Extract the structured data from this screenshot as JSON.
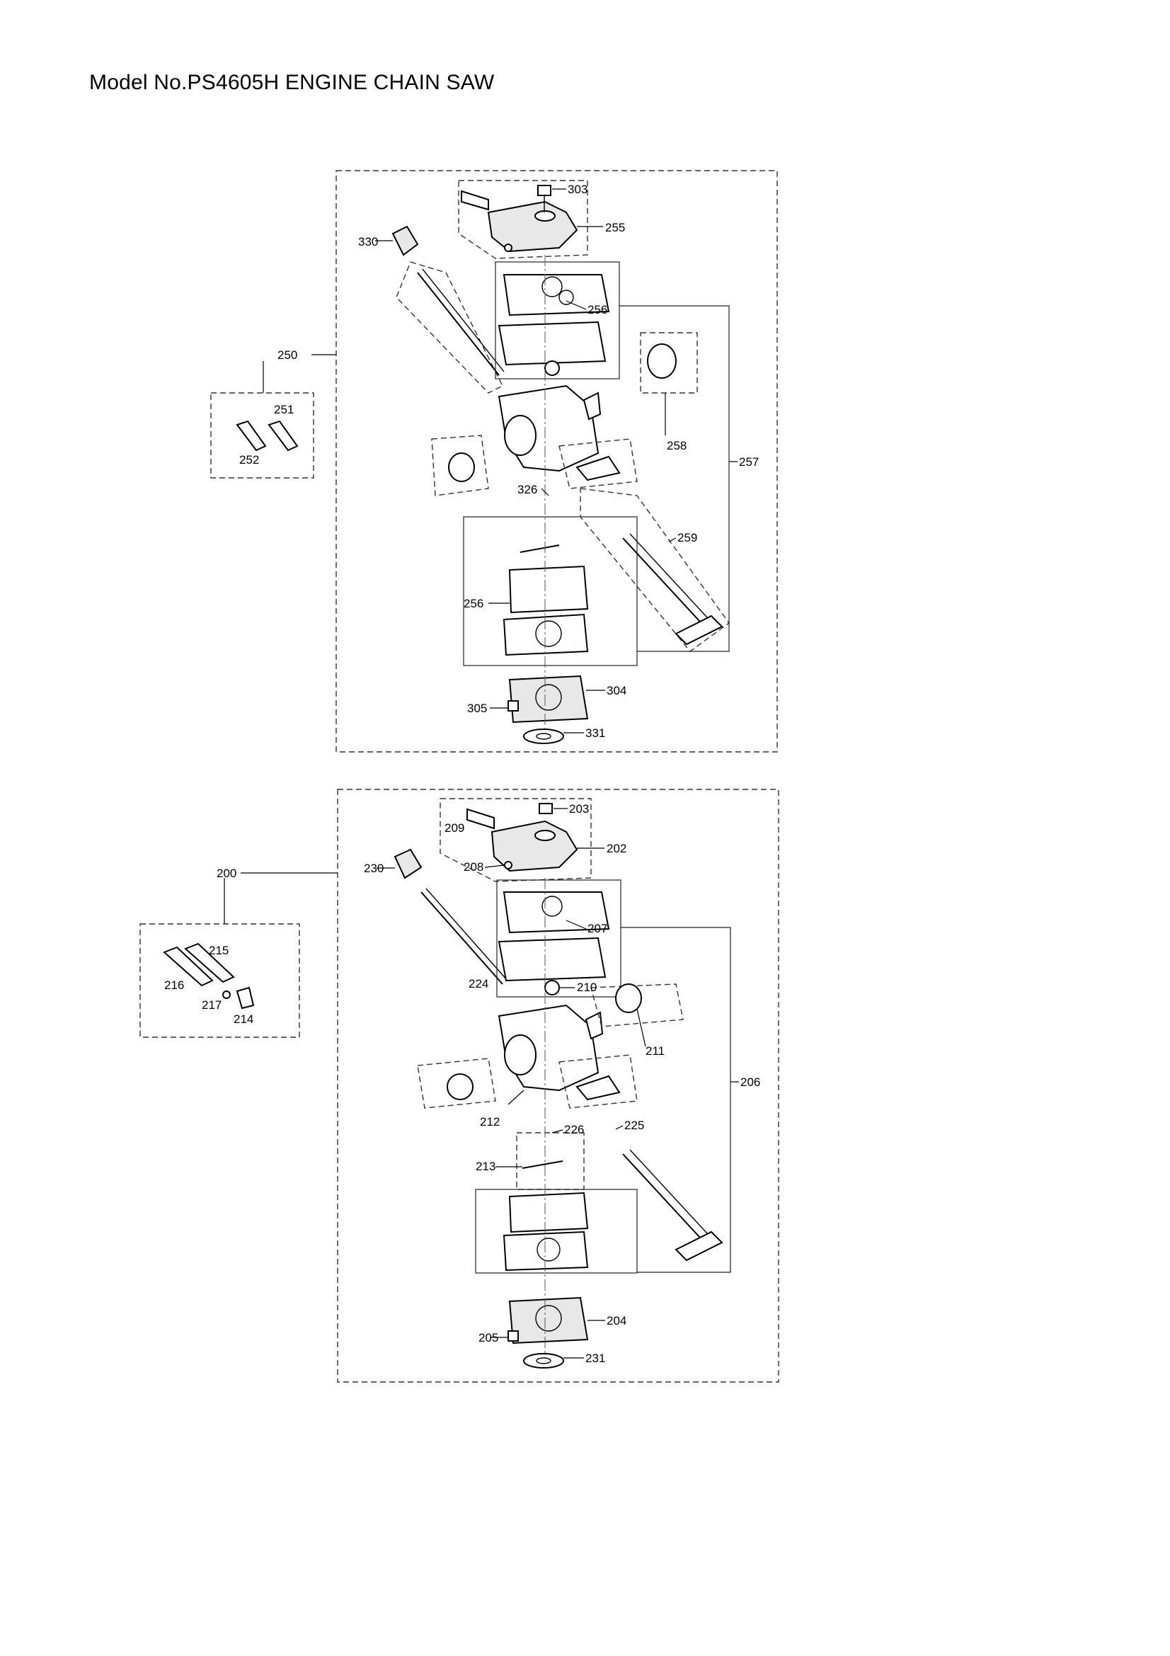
{
  "header": {
    "title": "Model No.PS4605H ENGINE CHAIN SAW"
  },
  "diagram_upper": {
    "labels": {
      "p303": "303",
      "p255": "255",
      "p330": "330",
      "p256a": "256",
      "p250": "250",
      "p251": "251",
      "p252": "252",
      "p258": "258",
      "p257": "257",
      "p326": "326",
      "p259": "259",
      "p256b": "256",
      "p304": "304",
      "p305": "305",
      "p331": "331"
    }
  },
  "diagram_lower": {
    "labels": {
      "p203": "203",
      "p209": "209",
      "p202": "202",
      "p208": "208",
      "p230": "230",
      "p200": "200",
      "p207": "207",
      "p215": "215",
      "p216": "216",
      "p217": "217",
      "p214": "214",
      "p224": "224",
      "p210": "210",
      "p211": "211",
      "p206": "206",
      "p212": "212",
      "p226": "226",
      "p225": "225",
      "p213": "213",
      "p204": "204",
      "p205": "205",
      "p231": "231"
    }
  }
}
